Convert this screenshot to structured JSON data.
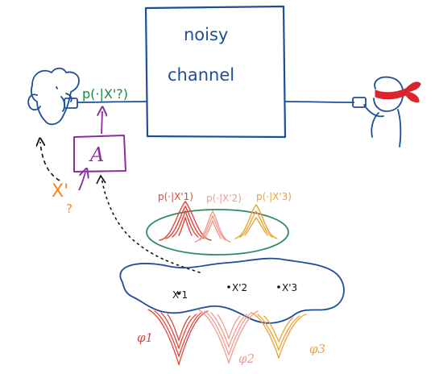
{
  "channel": {
    "line1": "noisy",
    "line2": "channel",
    "color": "#1f4e99"
  },
  "sender": {
    "message_label": "p(·|X'?)",
    "color": "#1f4e99",
    "label_color": "#1a8a3c"
  },
  "receiver": {
    "blindfold_color": "#d8262c",
    "color": "#1f4e99"
  },
  "algorithm_box": {
    "symbol": "A",
    "color": "#8b2f9e"
  },
  "query": {
    "label": "X'",
    "sub": "?",
    "color": "#f08a1c"
  },
  "distributions": {
    "labels": [
      "p(·|X'1)",
      "p(·|X'2)",
      "p(·|X'3)"
    ],
    "colors": [
      "#e0453a",
      "#f19a8e",
      "#f0a233"
    ],
    "ellipse_color": "#2e8b57"
  },
  "region": {
    "points": [
      "X'1",
      "X'2",
      "X'3"
    ],
    "color": "#1f4e99"
  },
  "potentials": {
    "labels": [
      "φ1",
      "φ2",
      "φ3"
    ],
    "colors": [
      "#e0453a",
      "#f19a8e",
      "#f0a233"
    ]
  }
}
